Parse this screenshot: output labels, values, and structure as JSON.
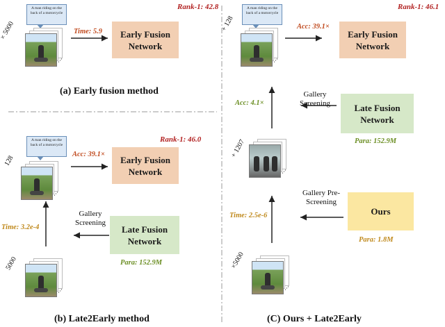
{
  "panel_a": {
    "caption": "(a) Early fusion method",
    "rank": "Rank-1: 42.8",
    "count": "× 5000",
    "time": "Time: 5.9",
    "box": "Early Fusion Network",
    "bubble": "A man riding on the back of a motorcycle"
  },
  "panel_b": {
    "caption": "(b) Late2Early method",
    "rank": "Rank-1: 46.0",
    "count_top": "128",
    "count_bottom": "5000",
    "acc": "Acc: 39.1×",
    "time": "Time: 3.2e-4",
    "early_box": "Early Fusion Network",
    "late_box": "Late Fusion Network",
    "gallery": "Gallery Screening",
    "para": "Para: 152.9M",
    "bubble": "A man riding on the back of a motorcycle"
  },
  "panel_c": {
    "caption": "(C) Ours + Late2Early",
    "rank": "Rank-1: 46.1",
    "count_top": "+ 128",
    "count_mid": "+ 1207",
    "count_bottom": "×5000",
    "acc_top": "Acc: 39.1×",
    "acc_mid": "Acc: 4.1×",
    "time": "Time: 2.5e-6",
    "early_box": "Early Fusion Network",
    "late_box": "Late Fusion Network",
    "ours_box": "Ours",
    "gallery": "Gallery Screening",
    "prescreen": "Gallery Pre-Screening",
    "para_late": "Para: 152.9M",
    "para_ours": "Para: 1.8M",
    "bubble": "A man riding on the back of a motorcycle"
  },
  "colors": {
    "salmon": "#f2cfb3",
    "green": "#d6e8c8",
    "yellow": "#fbe7a1",
    "rank_red": "#b22222",
    "olive": "#6b8e23",
    "gold": "#c08a1e"
  }
}
